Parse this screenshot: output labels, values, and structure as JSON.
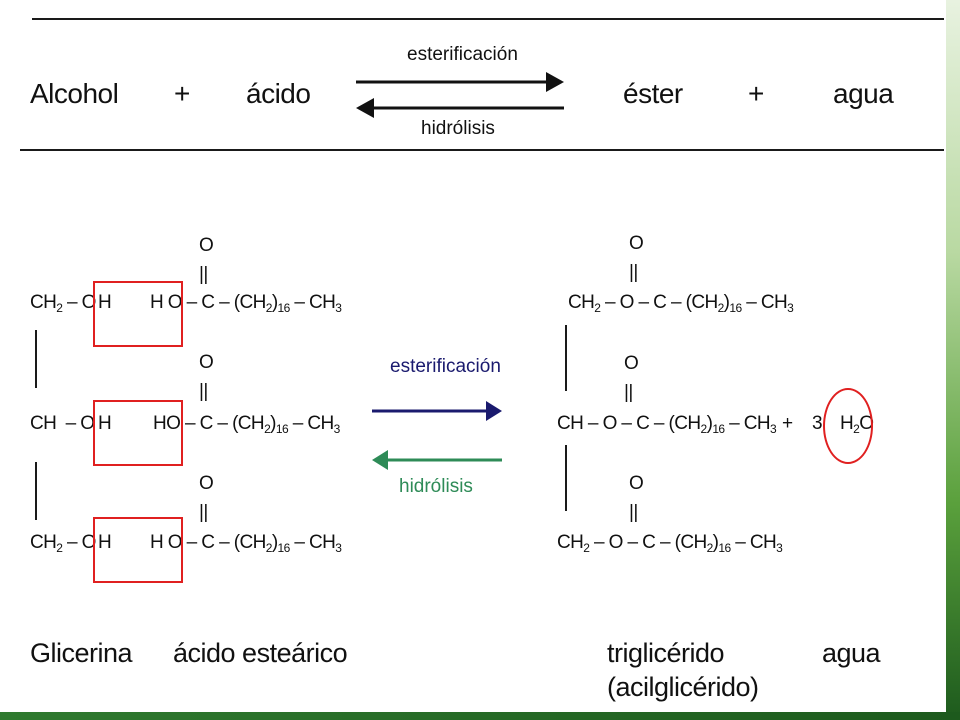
{
  "colors": {
    "frame": "#1a1a1a",
    "highlight": "#e02020",
    "forward_arrow": "#1a1a6e",
    "reverse_arrow": "#2e8b57",
    "slide_bar_dark": "#1d5a1d",
    "slide_bar_light": "#5aa03c"
  },
  "general_equation": {
    "reactant_1": "Alcohol",
    "plus_1": "+",
    "reactant_2": "ácido",
    "forward_label": "esterificación",
    "reverse_label": "hidrólisis",
    "product_1": "éster",
    "plus_2": "+",
    "product_2": "agua"
  },
  "reaction": {
    "forward_label": "esterificación",
    "reverse_label": "hidrólisis",
    "reactants": {
      "glycerol_rows": [
        {
          "group": "CH",
          "sub": "2",
          "bond": " – O",
          "h": "H"
        },
        {
          "group": "CH",
          "sub": "",
          "bond": "  – O",
          "h": "H"
        },
        {
          "group": "CH",
          "sub": "2",
          "bond": " – O",
          "h": "H"
        }
      ],
      "acid_rows": [
        {
          "ho": "H O",
          "c": " – C – (CH",
          "sub2": "2",
          "paren": ")",
          "sub16": "16",
          "tail": " – CH",
          "sub3": "3"
        },
        {
          "ho": "HO",
          "c": " – C – (CH",
          "sub2": "2",
          "paren": ")",
          "sub16": "16",
          "tail": " – CH",
          "sub3": "3"
        },
        {
          "ho": "H O",
          "c": " – C – (CH",
          "sub2": "2",
          "paren": ")",
          "sub16": "16",
          "tail": " – CH",
          "sub3": "3"
        }
      ],
      "carbonyl_oxygen": "O",
      "double_bond": "||"
    },
    "products": {
      "triglyceride_rows": [
        {
          "group": "CH",
          "sub": "2",
          "rest": " – O – C – (CH",
          "sub2": "2",
          "paren": ")",
          "sub16": "16",
          "tail": " – CH",
          "sub3": "3"
        },
        {
          "group": "CH",
          "sub": "",
          "rest": " – O – C – (CH",
          "sub2": "2",
          "paren": ")",
          "sub16": "16",
          "tail": " – CH",
          "sub3": "3"
        },
        {
          "group": "CH",
          "sub": "2",
          "rest": " – O – C – (CH",
          "sub2": "2",
          "paren": ")",
          "sub16": "16",
          "tail": " – CH",
          "sub3": "3"
        }
      ],
      "plus": "+",
      "water_coef": "3",
      "water_h": "H",
      "water_sub": "2",
      "water_o": "O"
    }
  },
  "labels": {
    "glycerin": "Glicerina",
    "stearic_acid": "ácido esteárico",
    "triglyceride": "triglicérido",
    "triglyceride_alt": "(acilglicérido)",
    "water": "agua"
  }
}
